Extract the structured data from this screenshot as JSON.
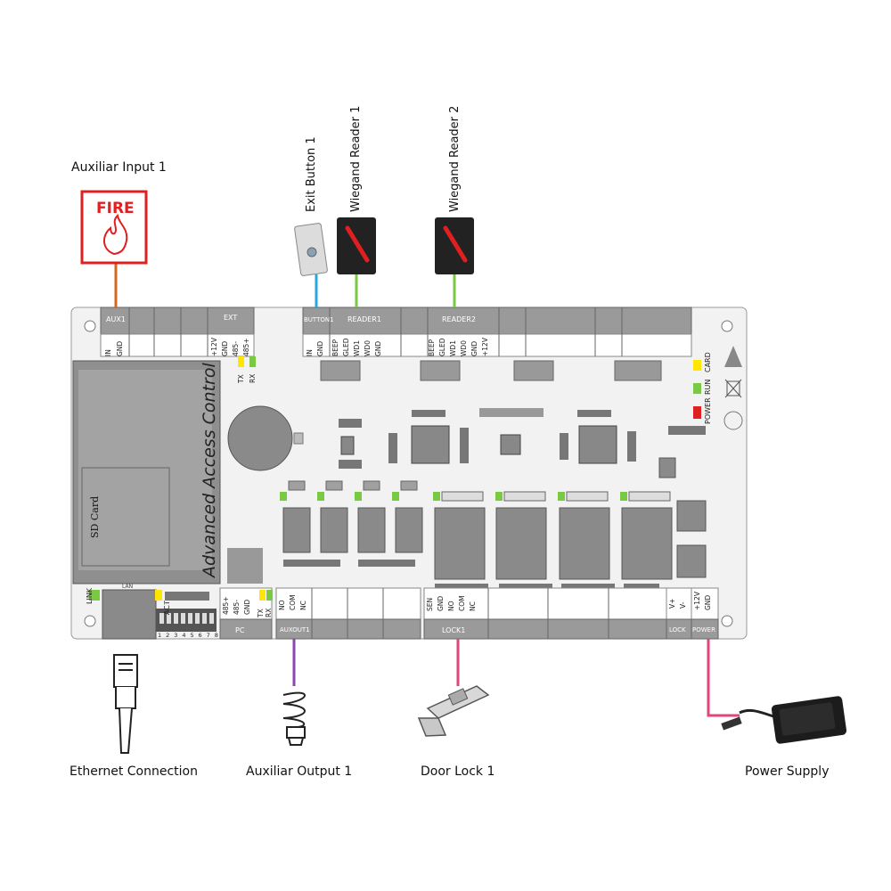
{
  "labels": {
    "aux_input": "Auxiliar Input 1",
    "fire": "FIRE",
    "exit_button": "Exit Button 1",
    "reader1": "Wiegand Reader 1",
    "reader2": "Wiegand Reader 2",
    "ethernet": "Ethernet Connection",
    "aux_output": "Auxiliar Output 1",
    "door_lock": "Door Lock 1",
    "power_supply": "Power Supply",
    "board_title": "Advanced Access Control",
    "sd_card": "SD Card"
  },
  "top_terminals": {
    "aux1": "AUX1",
    "ext": "EXT",
    "button1": "BUTTON1",
    "reader1": "READER1",
    "reader2": "READER2"
  },
  "bottom_terminals": {
    "lan": "LAN",
    "pc": "PC",
    "auxout1": "AUXOUT1",
    "lock1": "LOCK1",
    "lock": "LOCK",
    "power": "POWER"
  },
  "pins": {
    "aux": [
      "IN",
      "GND"
    ],
    "ext": [
      "+12V",
      "GND",
      "485-",
      "485+"
    ],
    "button": [
      "IN",
      "GND"
    ],
    "reader1": [
      "BEEP",
      "GLED",
      "WD1",
      "WD0",
      "GND"
    ],
    "reader2": [
      "BEEP",
      "GLED",
      "WD1",
      "WD0",
      "GND",
      "+12V"
    ],
    "pc": [
      "485+",
      "485-",
      "GND"
    ],
    "auxout": [
      "NO",
      "COM",
      "NC"
    ],
    "lock": [
      "SEN",
      "GND",
      "NO",
      "COM",
      "NC"
    ],
    "lockv": [
      "V+",
      "V-"
    ],
    "power": [
      "+12V",
      "GND"
    ]
  },
  "leds": {
    "tx": "TX",
    "rx": "RX",
    "card": "CARD",
    "run": "RUN",
    "power": "POWER",
    "link": "LINK",
    "act": "ACT",
    "on": "ON"
  },
  "dip_numbers": [
    "1",
    "2",
    "3",
    "4",
    "5",
    "6",
    "7",
    "8"
  ],
  "colors": {
    "fire_red": "#e02020",
    "aux_wire": "#d2691e",
    "button_wire": "#29a8e0",
    "reader_wire": "#7ac943",
    "auxout_wire": "#8e44ad",
    "lock_wire": "#e0457b",
    "power_wire": "#e0457b",
    "board": "#f2f2f2",
    "terminal": "#9a9a9a"
  },
  "icons": {
    "fire": "fire-icon",
    "exit": "exit-button-icon",
    "reader": "card-reader-icon",
    "rj45": "rj45-plug-icon",
    "bulb": "cfl-bulb-icon",
    "lock": "electric-strike-icon",
    "adapter": "power-adapter-icon"
  }
}
